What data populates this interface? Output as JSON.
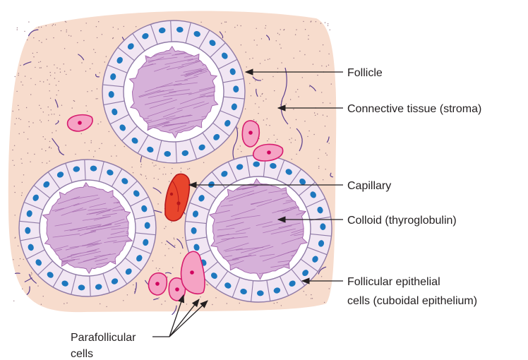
{
  "labels": {
    "follicle": "Follicle",
    "stroma": "Connective tissue (stroma)",
    "capillary": "Capillary",
    "colloid": "Colloid (thyroglobulin)",
    "epithelial_line1": "Follicular epithelial",
    "epithelial_line2": "cells (cuboidal epithelium)",
    "parafollicular_line1": "Parafollicular",
    "parafollicular_line2": "cells"
  },
  "colors": {
    "stroma": "#f7dccd",
    "cell_fill": "#f1e6f3",
    "cell_outline": "#8f7aa6",
    "lumen": "#ffffff",
    "colloid": "#d6b1d9",
    "colloid_hatch": "#a56aae",
    "nucleus": "#1e78be",
    "parafollicular_fill": "#f5a3c4",
    "parafollicular_outline": "#d61c6e",
    "parafollicular_nucleus": "#d0005e",
    "capillary_fill": "#e8452c",
    "capillary_outline": "#b5161b",
    "fiber": "#5b3f8f",
    "leader": "#231f20"
  }
}
